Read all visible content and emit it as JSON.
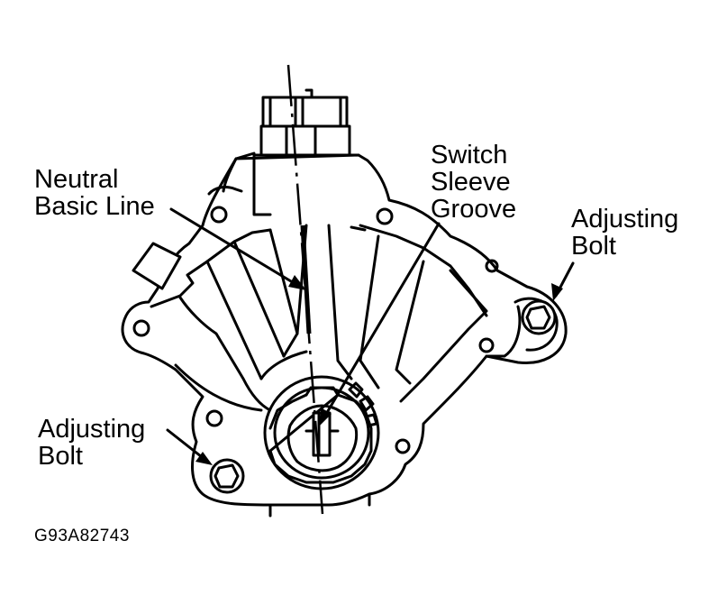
{
  "labels": {
    "neutral_basic_line": [
      "Neutral",
      "Basic Line"
    ],
    "switch_sleeve_groove": [
      "Switch",
      "Sleeve",
      "Groove"
    ],
    "adjusting_bolt_right": [
      "Adjusting",
      "Bolt"
    ],
    "adjusting_bolt_left": [
      "Adjusting",
      "Bolt"
    ]
  },
  "figure_code": "G93A82743",
  "colors": {
    "ink": "#000000",
    "paper": "#ffffff"
  }
}
